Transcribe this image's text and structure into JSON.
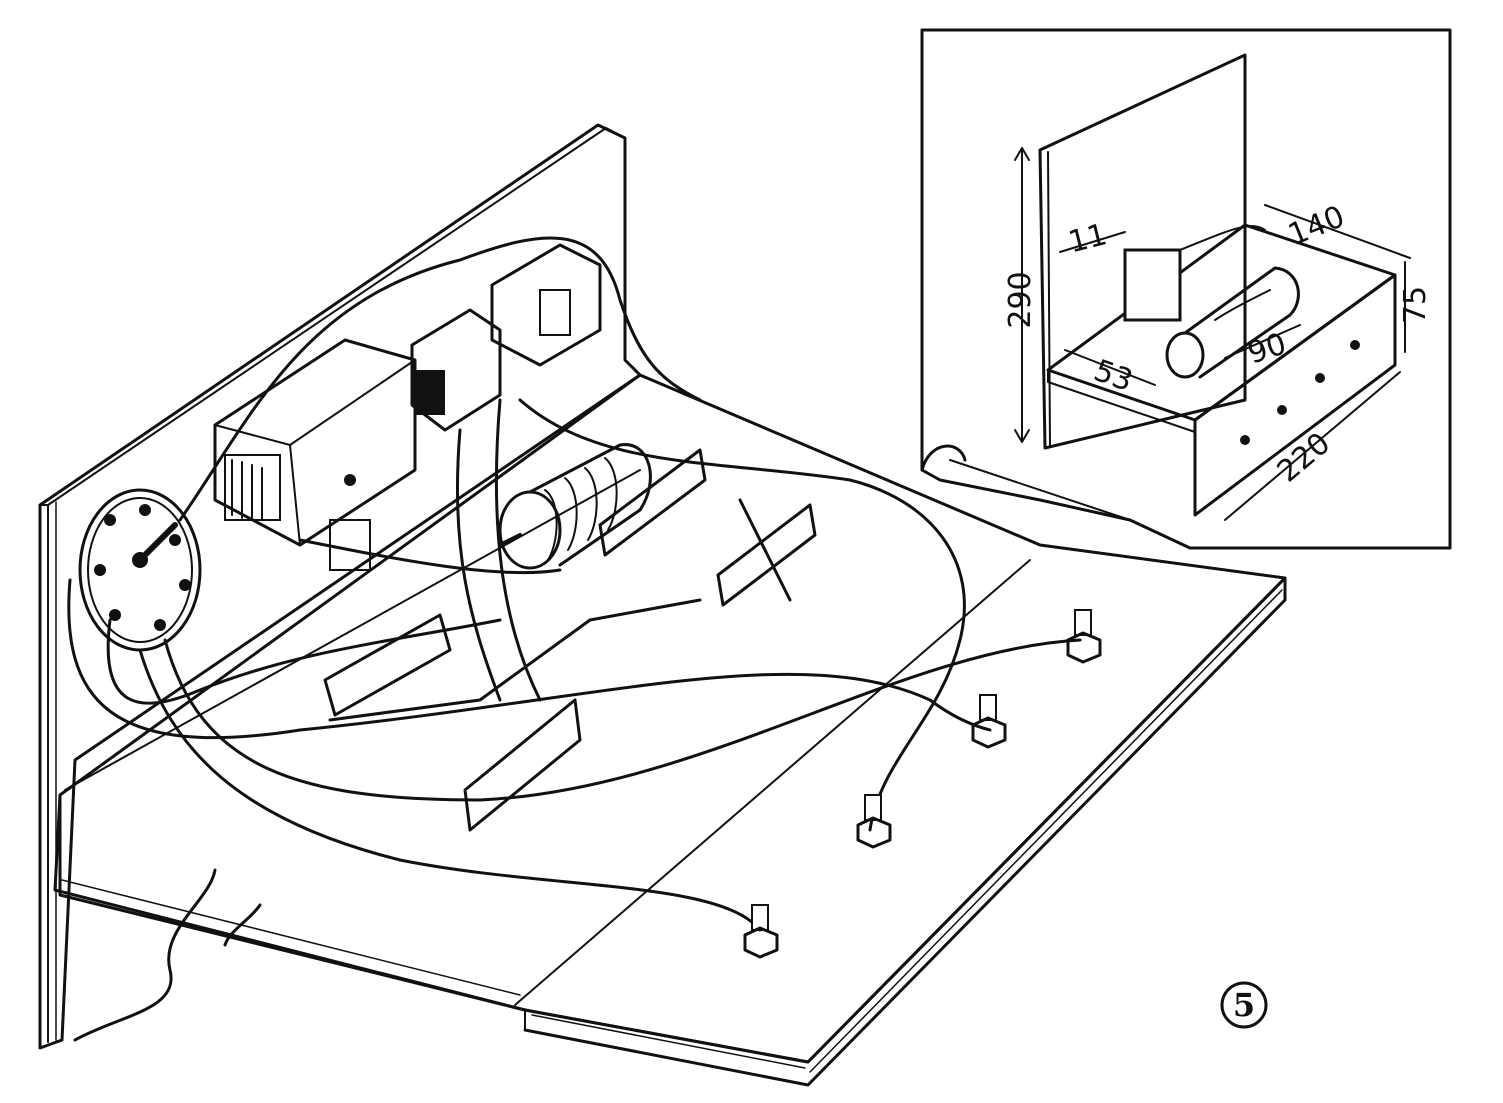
{
  "figure": {
    "number": "5",
    "colors": {
      "ink": "#111111",
      "paper": "#ffffff"
    }
  },
  "inset": {
    "dimensions": {
      "height": "290",
      "depth_top": "140",
      "side_height": "75",
      "length": "220",
      "coil_length": "90",
      "front_offset": "53",
      "switch_offset": "11"
    }
  }
}
